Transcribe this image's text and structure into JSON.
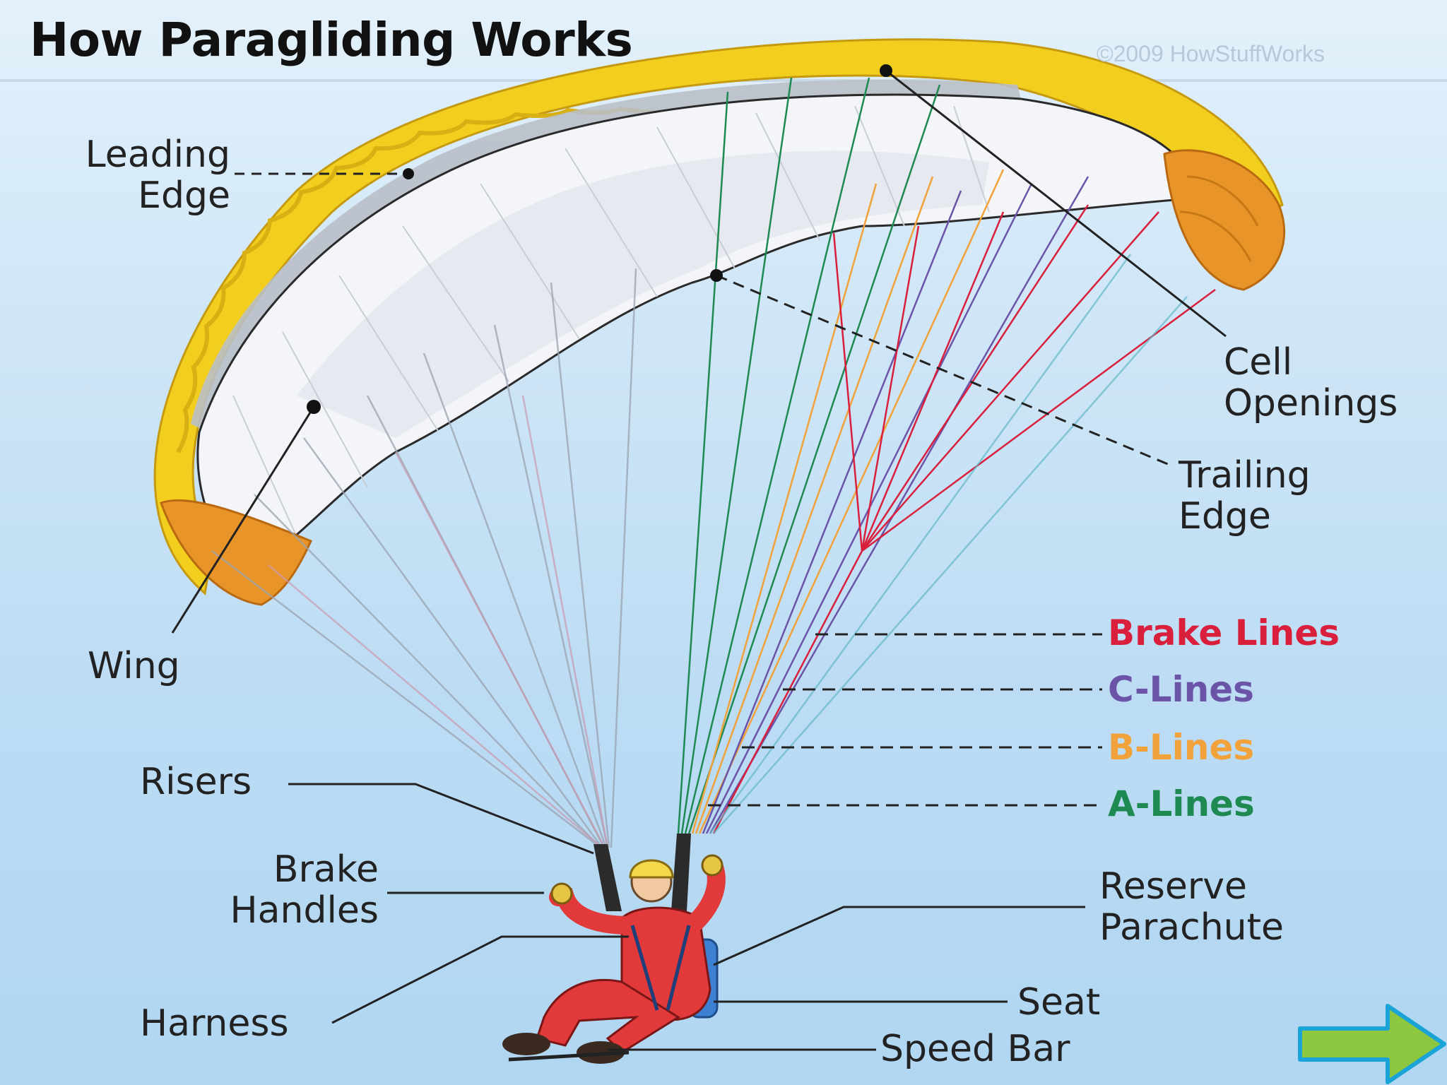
{
  "title": "How Paragliding Works",
  "copyright": "©2009 HowStuffWorks",
  "labels": {
    "leading_edge": [
      "Leading",
      "Edge"
    ],
    "cell_openings": [
      "Cell",
      "Openings"
    ],
    "trailing_edge": [
      "Trailing",
      "Edge"
    ],
    "wing": "Wing",
    "risers": "Risers",
    "brake_handles": [
      "Brake",
      "Handles"
    ],
    "harness": "Harness",
    "reserve_parachute": [
      "Reserve",
      "Parachute"
    ],
    "seat": "Seat",
    "speed_bar": "Speed Bar"
  },
  "line_key": [
    {
      "label": "Brake Lines",
      "color": "#d91f3c"
    },
    {
      "label": "C-Lines",
      "color": "#6b54a8"
    },
    {
      "label": "B-Lines",
      "color": "#f2a23a"
    },
    {
      "label": "A-Lines",
      "color": "#1e8a52"
    }
  ],
  "colors": {
    "wing_leading": "#f2cf1f",
    "wing_body": "#f3f5f8",
    "wing_tip": "#e99428",
    "pilot_suit": "#e2393b",
    "background": "#c8e3f6"
  },
  "navigation": {
    "next_icon": "right-arrow-icon"
  }
}
